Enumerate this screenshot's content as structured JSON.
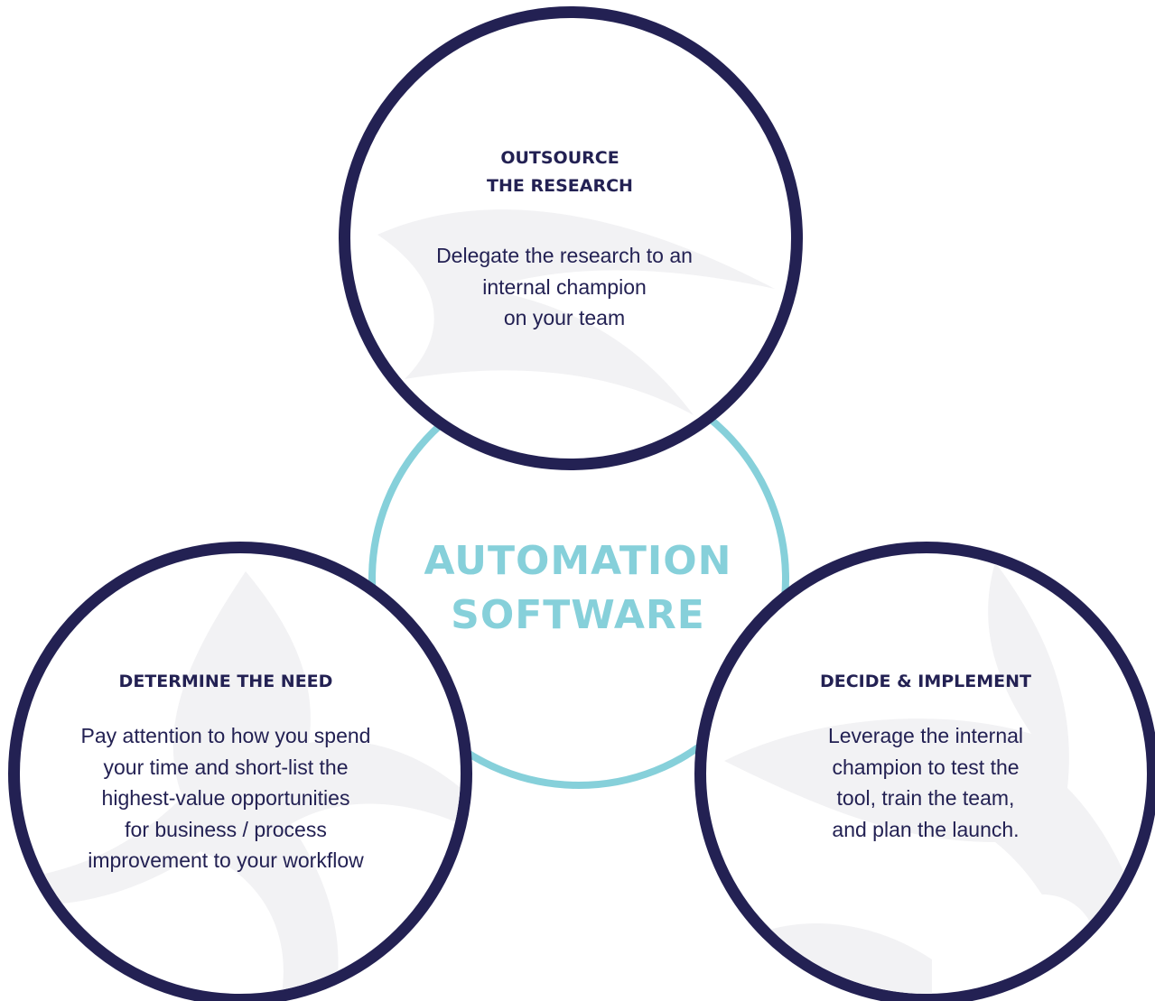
{
  "center": {
    "title_line1": "AUTOMATION",
    "title_line2": "SOFTWARE"
  },
  "steps": [
    {
      "title_lines": [
        "OUTSOURCE",
        "THE RESEARCH"
      ],
      "description_lines": [
        "Delegate the research to an",
        "internal champion",
        "on your team"
      ]
    },
    {
      "title_lines": [
        "DETERMINE THE NEED"
      ],
      "description_lines": [
        "Pay attention to how you spend",
        "your time and short-list the",
        "highest-value opportunities",
        "for business / process",
        "improvement to your workflow"
      ]
    },
    {
      "title_lines": [
        "DECIDE & IMPLEMENT"
      ],
      "description_lines": [
        "Leverage the internal",
        "champion to test the",
        "tool, train the team,",
        "and plan the launch."
      ]
    }
  ],
  "colors": {
    "navy": "#232153",
    "teal": "#86d0da",
    "watermark": "#f2f2f4",
    "background": "#ffffff"
  }
}
